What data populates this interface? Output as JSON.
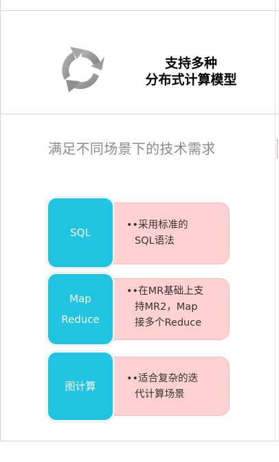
{
  "header": {
    "title_line1": "支持多种",
    "title_line2": "分布式计算模型",
    "icon": "cycle-arrows-icon",
    "icon_color": "#9a9a9a"
  },
  "subtitle": "满足不同场景下的技术需求",
  "features": [
    {
      "label_lines": [
        "SQL"
      ],
      "desc_lines": [
        "••采用标准的",
        "SQL语法"
      ]
    },
    {
      "label_lines": [
        "Map",
        "Reduce"
      ],
      "desc_lines": [
        "••在MR基础上支",
        "持MR2，Map",
        "接多个Reduce"
      ]
    },
    {
      "label_lines": [
        "图计算"
      ],
      "desc_lines": [
        "••适合复杂的迭",
        "代计算场景"
      ]
    }
  ],
  "colors": {
    "label_box": "#1fc4e0",
    "desc_box": "#ffd1d1",
    "grid": "#d3d3d3",
    "subtitle_text": "#8a8a8a"
  }
}
